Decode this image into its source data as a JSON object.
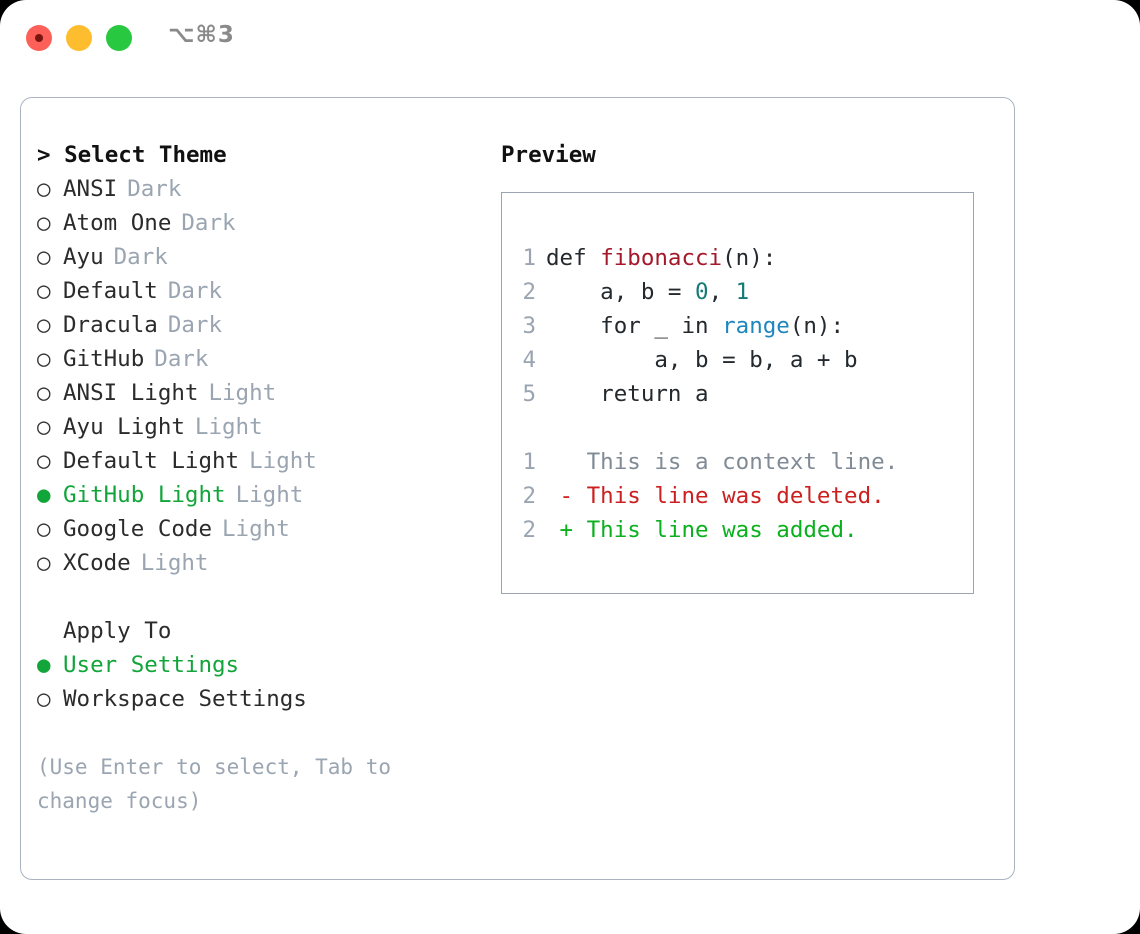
{
  "window": {
    "shortcut_label": "⌥⌘3",
    "traffic_lights": [
      {
        "name": "close",
        "color": "#fc6058"
      },
      {
        "name": "minimize",
        "color": "#fdbd2e"
      },
      {
        "name": "zoom",
        "color": "#28c840"
      }
    ]
  },
  "theme_picker": {
    "heading": "> Select Theme",
    "selected_marker": "●",
    "unselected_marker": "○",
    "items": [
      {
        "label": "ANSI",
        "tag": "Dark",
        "selected": false
      },
      {
        "label": "Atom One",
        "tag": "Dark",
        "selected": false
      },
      {
        "label": "Ayu",
        "tag": "Dark",
        "selected": false
      },
      {
        "label": "Default",
        "tag": "Dark",
        "selected": false
      },
      {
        "label": "Dracula",
        "tag": "Dark",
        "selected": false
      },
      {
        "label": "GitHub",
        "tag": "Dark",
        "selected": false
      },
      {
        "label": "ANSI Light",
        "tag": "Light",
        "selected": false
      },
      {
        "label": "Ayu Light",
        "tag": "Light",
        "selected": false
      },
      {
        "label": "Default Light",
        "tag": "Light",
        "selected": false
      },
      {
        "label": "GitHub Light",
        "tag": "Light",
        "selected": true
      },
      {
        "label": "Google Code",
        "tag": "Light",
        "selected": false
      },
      {
        "label": "XCode",
        "tag": "Light",
        "selected": false
      }
    ]
  },
  "apply_to": {
    "heading": "Apply To",
    "items": [
      {
        "label": "User Settings",
        "selected": true
      },
      {
        "label": "Workspace Settings",
        "selected": false
      }
    ]
  },
  "hint": "(Use Enter to select, Tab to change focus)",
  "preview": {
    "heading": "Preview",
    "code_lines": [
      {
        "no": "1",
        "tokens": [
          {
            "text": "def ",
            "kind": "def"
          },
          {
            "text": "fibonacci",
            "kind": "fn"
          },
          {
            "text": "(n):",
            "kind": "plain"
          }
        ]
      },
      {
        "no": "2",
        "tokens": [
          {
            "text": "    a, b = ",
            "kind": "plain"
          },
          {
            "text": "0",
            "kind": "num"
          },
          {
            "text": ", ",
            "kind": "plain"
          },
          {
            "text": "1",
            "kind": "num"
          }
        ]
      },
      {
        "no": "3",
        "tokens": [
          {
            "text": "    for _ in ",
            "kind": "plain"
          },
          {
            "text": "range",
            "kind": "call"
          },
          {
            "text": "(n):",
            "kind": "plain"
          }
        ]
      },
      {
        "no": "4",
        "tokens": [
          {
            "text": "        a, b = b, a + b",
            "kind": "plain"
          }
        ]
      },
      {
        "no": "5",
        "tokens": [
          {
            "text": "    return a",
            "kind": "plain"
          }
        ]
      }
    ],
    "diff_lines": [
      {
        "no": "1",
        "sign": " ",
        "text": "This is a context line.",
        "kind": "context"
      },
      {
        "no": "2",
        "sign": "-",
        "text": "This line was deleted.",
        "kind": "deleted"
      },
      {
        "no": "2",
        "sign": "+",
        "text": "This line was added.",
        "kind": "added"
      }
    ]
  },
  "colors": {
    "accent_green": "#12a53a",
    "muted_gray": "#9aa5b1",
    "border": "#aab4c0",
    "syntax_function": "#a3182a",
    "syntax_number": "#157a76",
    "syntax_call": "#1f86bd",
    "diff_added": "#0bb01f",
    "diff_deleted": "#cc1f1f"
  }
}
